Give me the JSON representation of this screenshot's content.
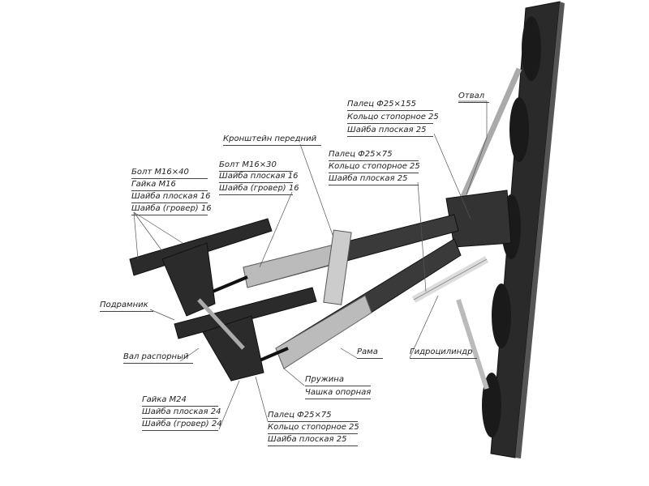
{
  "labels": {
    "otval": "Отвал",
    "palets_top": "Палец Ф25×155",
    "koltso_top": "Кольцо стопорное 25",
    "shayba_top": "Шайба плоская 25",
    "kronshtein": "Кронштейн передний",
    "palets_mid": "Палец Ф25×75",
    "koltso_mid": "Кольцо стопорное 25",
    "shayba_mid": "Шайба плоская 25",
    "bolt30": "Болт М16×30",
    "shayba16_b": "Шайба плоская 16",
    "grover16_b": "Шайба (гровер) 16",
    "bolt40": "Болт М16×40",
    "gayka16": "Гайка М16",
    "shayba16_a": "Шайба плоская 16",
    "grover16_a": "Шайба (гровер) 16",
    "podramnik": "Подрамник",
    "val": "Вал распорный",
    "rama": "Рама",
    "gidro": "Гидроцилиндр",
    "pruzhina": "Пружина",
    "chashka": "Чашка опорная",
    "gayka24": "Гайка М24",
    "shayba24": "Шайба плоская 24",
    "grover24": "Шайба (гровер) 24",
    "palets_bot": "Палец Ф25×75",
    "koltso_bot": "Кольцо стопорное 25",
    "shayba_bot": "Шайба плоская 25"
  }
}
